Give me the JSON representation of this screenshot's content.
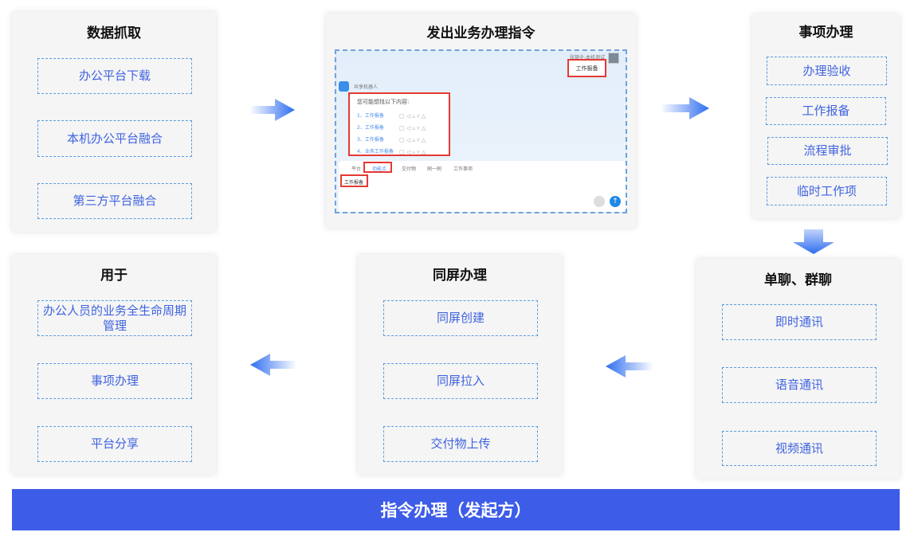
{
  "panels": {
    "data_capture": {
      "title": "数据抓取",
      "items": [
        "办公平台下载",
        "本机办公平台融合",
        "第三方平台融合"
      ]
    },
    "issue_command": {
      "title": "发出业务办理指令"
    },
    "matter_handling": {
      "title": "事项办理",
      "items": [
        "办理验收",
        "工作报备",
        "流程审批",
        "临时工作项"
      ]
    },
    "chat": {
      "title": "单聊、群聊",
      "items": [
        "即时通讯",
        "语音通讯",
        "视频通讯"
      ]
    },
    "same_screen": {
      "title": "同屏办理",
      "items": [
        "同屏创建",
        "同屏拉入",
        "交付物上传"
      ]
    },
    "usage": {
      "title": "用于",
      "items": [
        "办公人员的业务全生命周期管理",
        "事项办理",
        "平台分享"
      ]
    }
  },
  "screenshot": {
    "sender_name": "张锦全-本机测试",
    "user_message": "工作报备",
    "bot_name": "共享机器人",
    "suggest_title": "您可能想找以下内容:",
    "suggestions": [
      "1、工作报备",
      "2、工作报备",
      "3、工作报备",
      "4、业务工作报备"
    ],
    "toolbar": [
      "平台",
      "功能点",
      "交付物",
      "刷一刷",
      "工作事项"
    ],
    "input_value": "工作报备"
  },
  "bottom_bar": "指令办理（发起方）",
  "colors": {
    "accent": "#3d5ce8",
    "item_text": "#3f63e0",
    "highlight": "#e53935"
  }
}
